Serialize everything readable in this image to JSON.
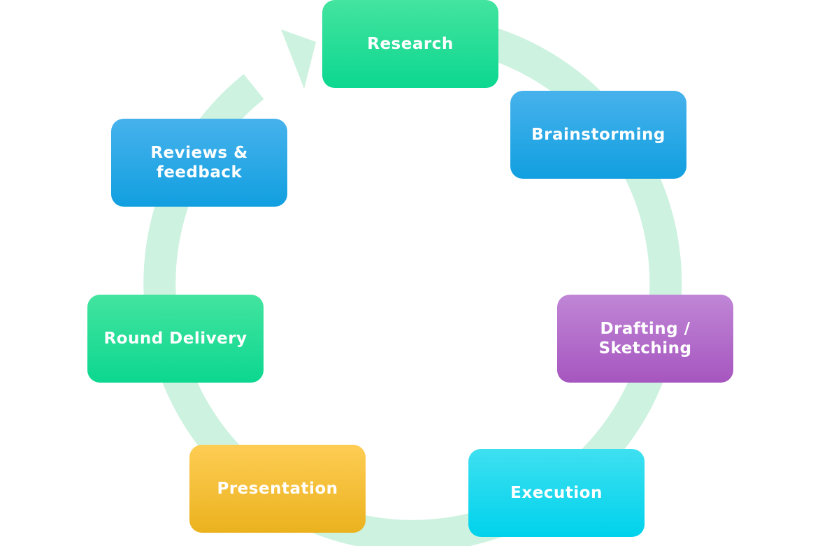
{
  "diagram": {
    "type": "cycle",
    "colors": {
      "ring": "#cdf2e0",
      "green": "#1fdc95",
      "blue": "#2aa9e6",
      "purple": "#b06ec9",
      "cyan": "#1fd9ef",
      "yellow": "#f6c139"
    },
    "steps": [
      {
        "label": "Research",
        "color": "green"
      },
      {
        "label": "Brainstorming",
        "color": "blue"
      },
      {
        "label": "Drafting /\nSketching",
        "color": "purple"
      },
      {
        "label": "Execution",
        "color": "cyan"
      },
      {
        "label": "Presentation",
        "color": "yellow"
      },
      {
        "label": "Round Delivery",
        "color": "green"
      },
      {
        "label": "Reviews &\nfeedback",
        "color": "blue"
      }
    ]
  }
}
